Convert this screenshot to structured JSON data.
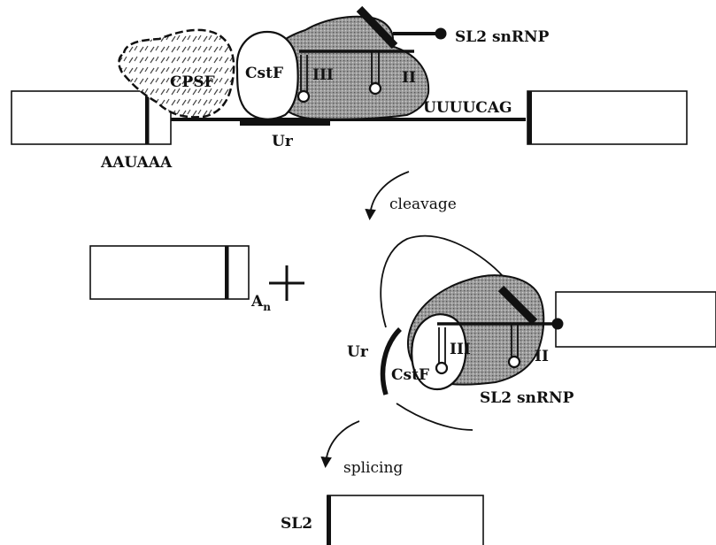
{
  "panel_top": {
    "snrnp_label": "SL2 snRNP",
    "cpsf_label": "CPSF",
    "cstf_label": "CstF",
    "stem_iii": "III",
    "stem_ii": "II",
    "acceptor_seq": "UUUUCAG",
    "ur_label": "Ur",
    "polya_signal": "AAUAAA"
  },
  "step_cleavage": {
    "label": "cleavage"
  },
  "panel_middle": {
    "poly_a": "A",
    "poly_a_sub": "n",
    "plus": "+",
    "ur_label": "Ur",
    "cstf_label": "CstF",
    "stem_iii": "III",
    "stem_ii": "II",
    "snrnp_label": "SL2 snRNP"
  },
  "step_splicing": {
    "label": "splicing"
  },
  "panel_bottom": {
    "sl2_label": "SL2"
  },
  "colors": {
    "ink": "#111111",
    "snrnp_fill": "#8a8a8a",
    "background": "#ffffff"
  }
}
